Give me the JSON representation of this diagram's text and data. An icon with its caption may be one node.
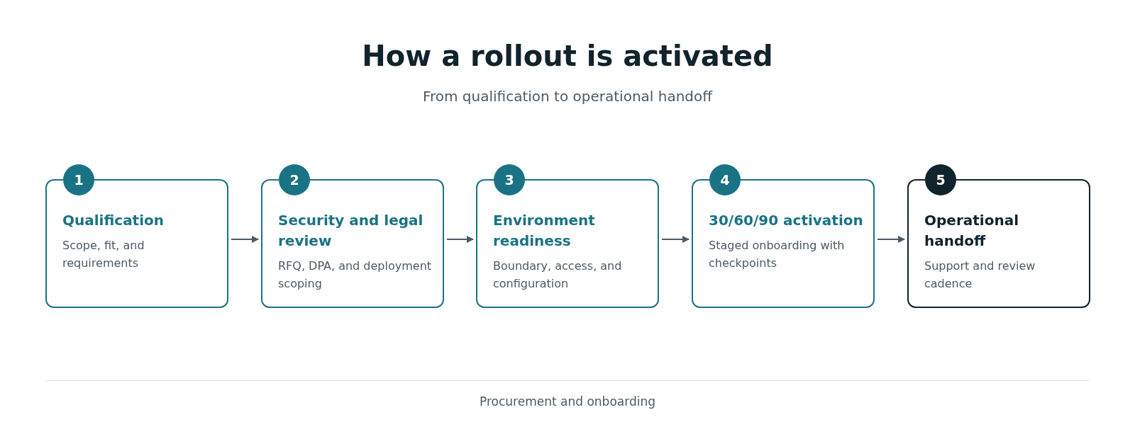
{
  "diagram": {
    "title": "How a rollout is activated",
    "caption": "From qualification to operational handoff",
    "nodes": [
      {
        "text": [
          "1",
          "Qualification",
          "Scope, fit, and requirements"
        ]
      },
      {
        "text": [
          "2",
          "Security and legal review",
          "RFQ, DPA, and deployment scoping"
        ]
      },
      {
        "text": [
          "3",
          "Environment readiness",
          "Boundary, access, and configuration"
        ]
      },
      {
        "text": [
          "4",
          "30/60/90 activation",
          "Staged onboarding with checkpoints"
        ]
      },
      {
        "text": [
          "5",
          "Operational handoff",
          "Support and review cadence"
        ]
      }
    ],
    "edges": [
      {
        "from": 0,
        "to": 1,
        "arrow": "to"
      },
      {
        "from": 1,
        "to": 2,
        "arrow": "to"
      },
      {
        "from": 2,
        "to": 3,
        "arrow": "to"
      },
      {
        "from": 3,
        "to": 4,
        "arrow": "to"
      }
    ],
    "labels": [
      "Procurement and onboarding"
    ]
  }
}
